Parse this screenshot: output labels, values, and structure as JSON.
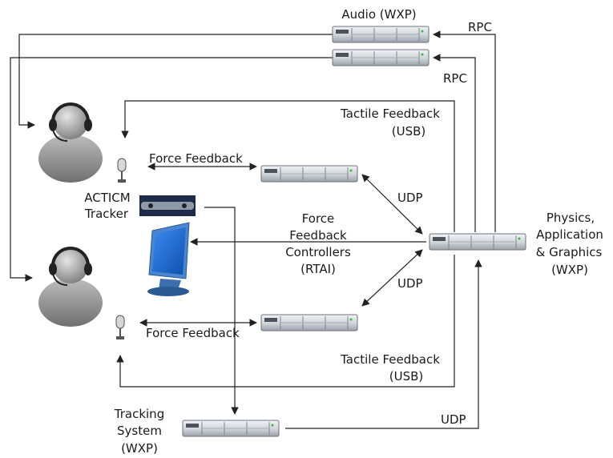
{
  "labels": {
    "audio": "Audio (WXP)",
    "rpc_top": "RPC",
    "rpc_bottom": "RPC",
    "tactile_top_line1": "Tactile Feedback",
    "tactile_top_line2": "(USB)",
    "force_top": "Force Feedback",
    "acticm_line1": "ACTICM",
    "acticm_line2": "Tracker",
    "udp_upper": "UDP",
    "controllers_line1": "Force",
    "controllers_line2": "Feedback",
    "controllers_line3": "Controllers",
    "controllers_line4": "(RTAI)",
    "physics_line1": "Physics,",
    "physics_line2": "Application",
    "physics_line3": "& Graphics",
    "physics_line4": "(WXP)",
    "udp_lower": "UDP",
    "force_bottom": "Force Feedback",
    "tactile_bottom_line1": "Tactile Feedback",
    "tactile_bottom_line2": "(USB)",
    "tracking_line1": "Tracking",
    "tracking_line2": "System",
    "tracking_line3": "(WXP)",
    "udp_tracking": "UDP"
  },
  "colors": {
    "line": "#222222",
    "server_face": "#d9dde2",
    "server_dark": "#6b727b",
    "avatar": "#8a8a8a",
    "monitor_screen": "#1f6fd6",
    "monitor_frame": "#4a86cf"
  },
  "icons": {
    "server": "server-rack-icon",
    "user": "user-headset-icon",
    "microphone": "microphone-icon",
    "monitor": "monitor-icon",
    "tracker": "tracker-camera-icon"
  }
}
